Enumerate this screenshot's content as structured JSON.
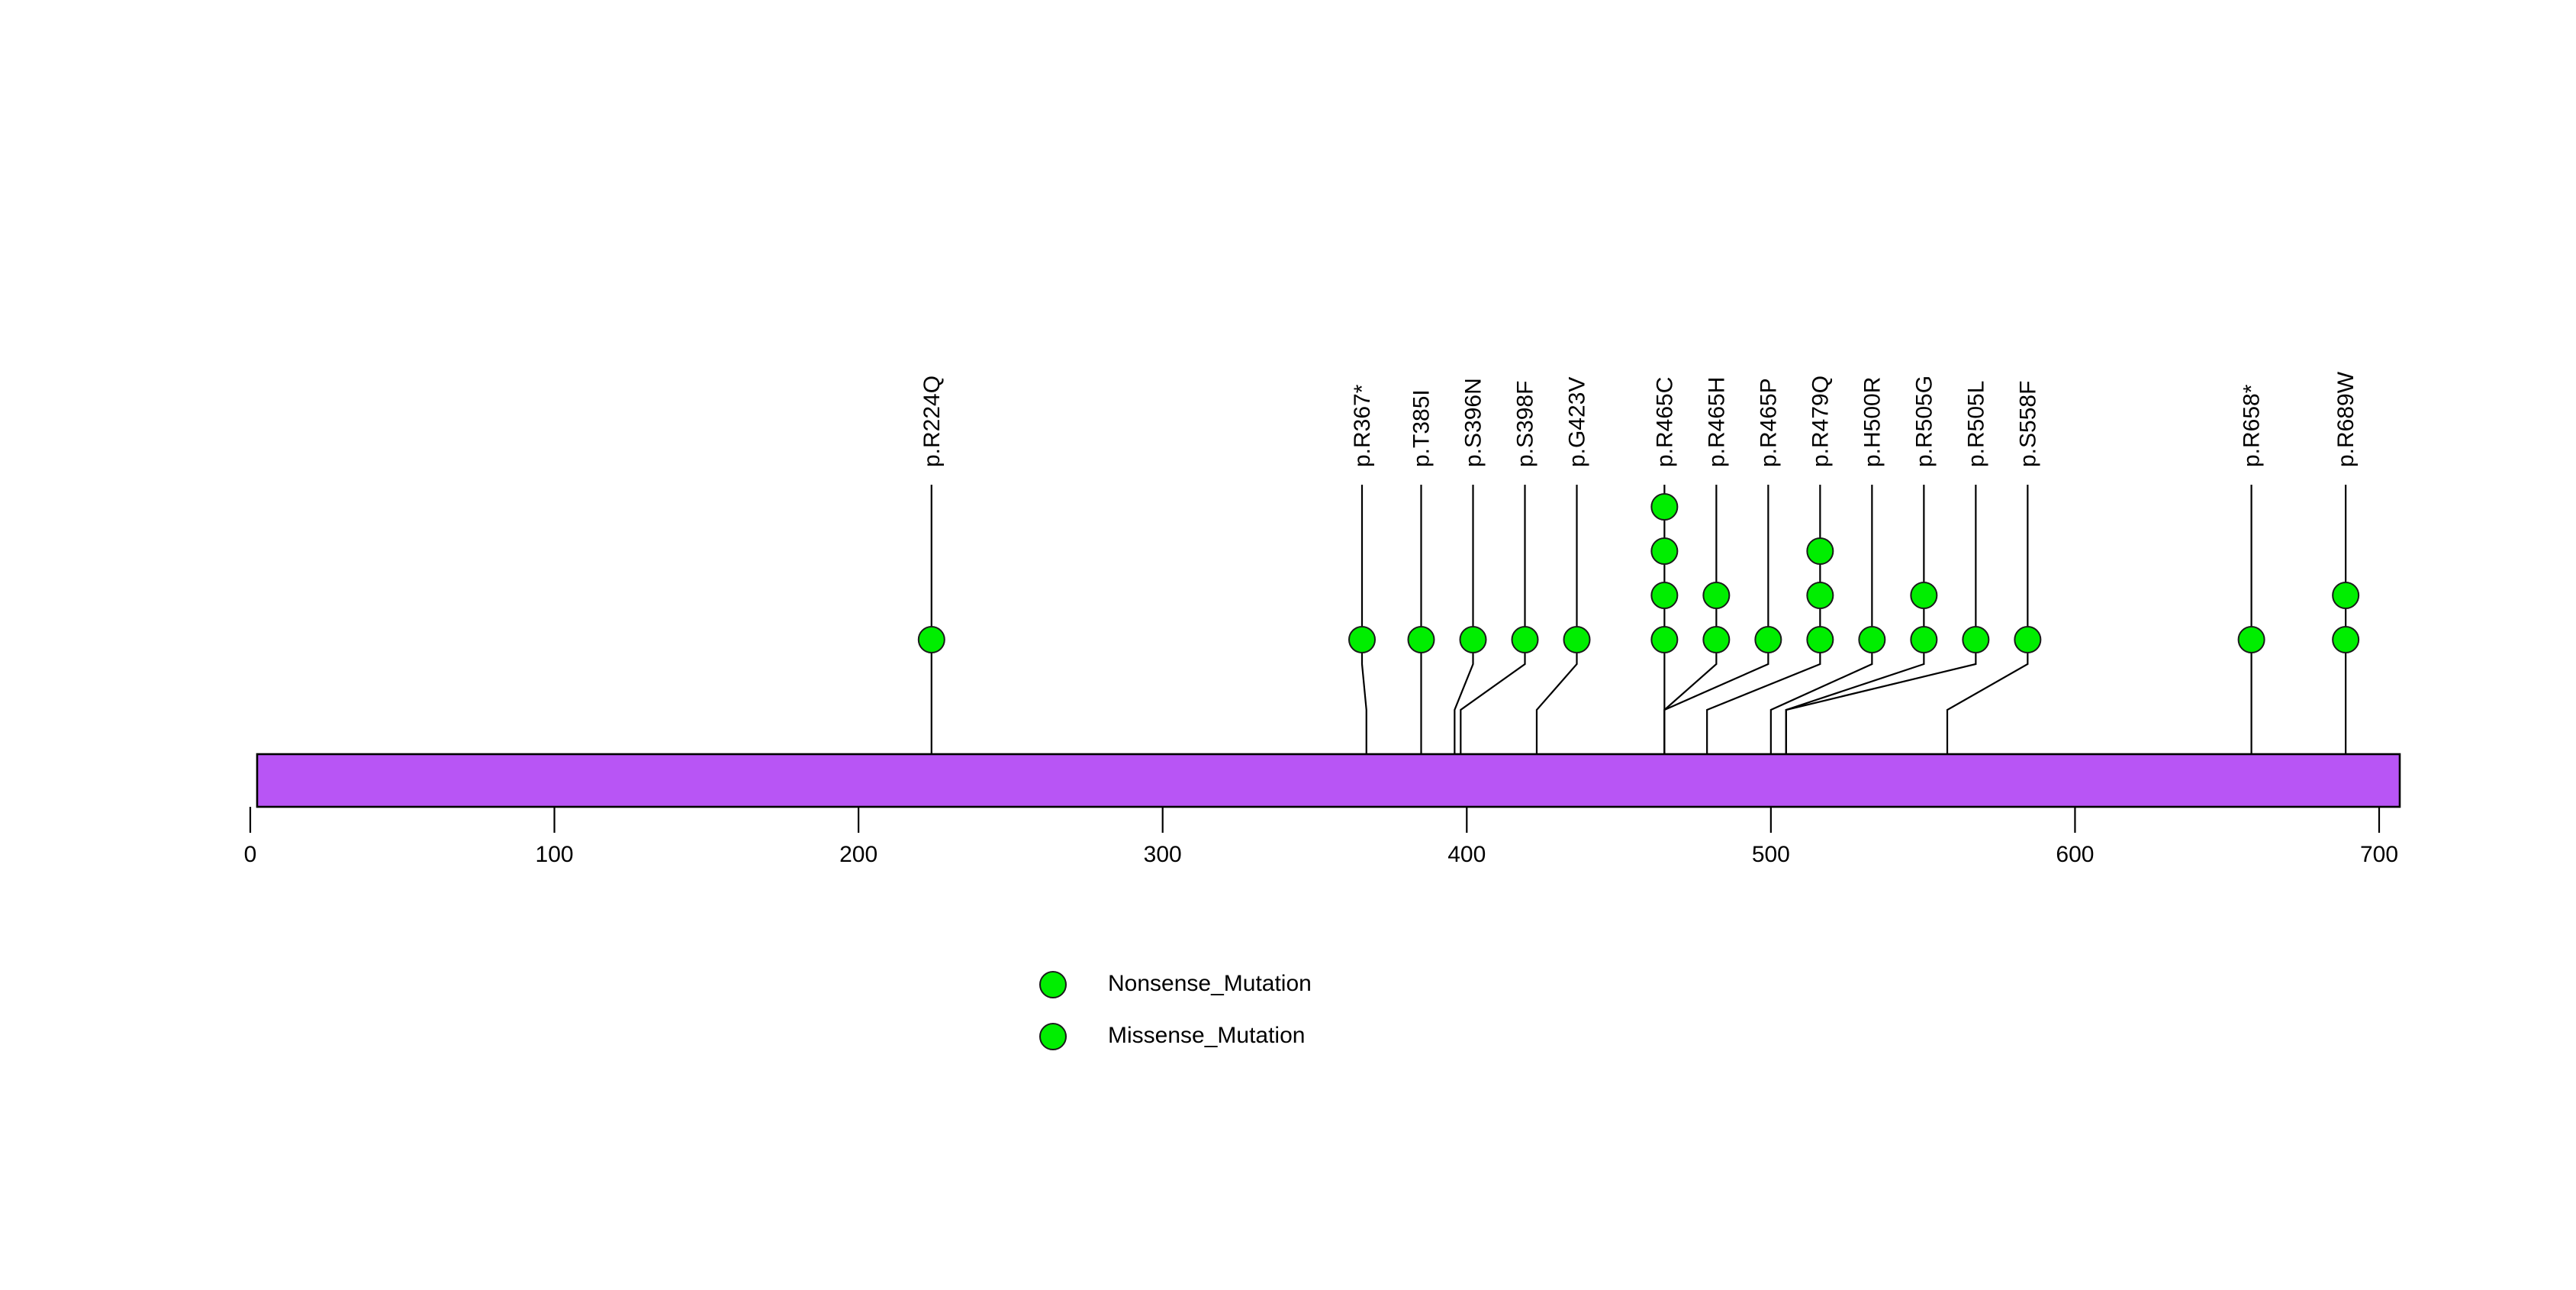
{
  "chart_data": {
    "type": "lollipop",
    "title": "",
    "xlabel": "",
    "ylabel": "",
    "protein_length": 709,
    "xlim": [
      0,
      709
    ],
    "axis_ticks": [
      0,
      100,
      200,
      300,
      400,
      500,
      600,
      700
    ],
    "axis_tick_labels": [
      "0",
      "100",
      "200",
      "300",
      "400",
      "500",
      "600",
      "700"
    ],
    "grid": false,
    "legend_position": "bottom-left",
    "domain_track": {
      "name": "protein-backbone",
      "start": 0,
      "end": 709,
      "color": "#b855f5"
    },
    "marker_color": "#00ee00",
    "marker_outline": "#1a1a1a",
    "mutations": [
      {
        "label": "p.R224Q",
        "position": 224,
        "count": 1,
        "type": "Missense_Mutation"
      },
      {
        "label": "p.R367*",
        "position": 367,
        "count": 1,
        "type": "Nonsense_Mutation"
      },
      {
        "label": "p.T385I",
        "position": 385,
        "count": 1,
        "type": "Missense_Mutation"
      },
      {
        "label": "p.S396N",
        "position": 396,
        "count": 1,
        "type": "Missense_Mutation"
      },
      {
        "label": "p.S398F",
        "position": 398,
        "count": 1,
        "type": "Missense_Mutation"
      },
      {
        "label": "p.G423V",
        "position": 423,
        "count": 1,
        "type": "Missense_Mutation"
      },
      {
        "label": "p.R465C",
        "position": 465,
        "count": 4,
        "type": "Missense_Mutation"
      },
      {
        "label": "p.R465H",
        "position": 465,
        "count": 2,
        "type": "Missense_Mutation"
      },
      {
        "label": "p.R465P",
        "position": 465,
        "count": 1,
        "type": "Missense_Mutation"
      },
      {
        "label": "p.R479Q",
        "position": 479,
        "count": 3,
        "type": "Missense_Mutation"
      },
      {
        "label": "p.H500R",
        "position": 500,
        "count": 1,
        "type": "Missense_Mutation"
      },
      {
        "label": "p.R505G",
        "position": 505,
        "count": 2,
        "type": "Missense_Mutation"
      },
      {
        "label": "p.R505L",
        "position": 505,
        "count": 1,
        "type": "Missense_Mutation"
      },
      {
        "label": "p.S558F",
        "position": 558,
        "count": 1,
        "type": "Missense_Mutation"
      },
      {
        "label": "p.R658*",
        "position": 658,
        "count": 1,
        "type": "Nonsense_Mutation"
      },
      {
        "label": "p.R689W",
        "position": 689,
        "count": 2,
        "type": "Missense_Mutation"
      }
    ],
    "legend": [
      {
        "label": "Nonsense_Mutation",
        "color": "#00ee00"
      },
      {
        "label": "Missense_Mutation",
        "color": "#00ee00"
      }
    ]
  }
}
